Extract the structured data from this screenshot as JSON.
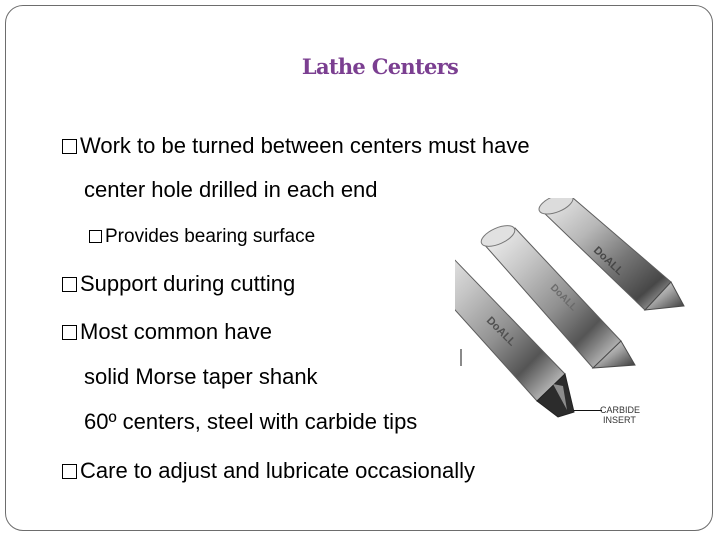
{
  "slide": {
    "title": "Lathe Centers",
    "bullets": [
      {
        "level": 1,
        "lines": [
          "Work to be turned between centers must have",
          "center hole drilled in each end"
        ]
      },
      {
        "level": 2,
        "lines": [
          "Provides bearing surface"
        ]
      },
      {
        "level": 1,
        "lines": [
          "Support during cutting"
        ]
      },
      {
        "level": 1,
        "lines": [
          "Most common have",
          "solid Morse taper shank",
          "60º centers, steel with carbide tips"
        ]
      },
      {
        "level": 1,
        "lines": [
          "Care to adjust and lubricate occasionally"
        ]
      }
    ]
  },
  "image": {
    "name": "lathe-centers-photo",
    "labels": {
      "brand": "DoALL",
      "callout_line_1": "CARBIDE",
      "callout_line_2": "INSERT"
    }
  },
  "colors": {
    "title": "#7b3f91",
    "frame": "#6d6d6d"
  }
}
